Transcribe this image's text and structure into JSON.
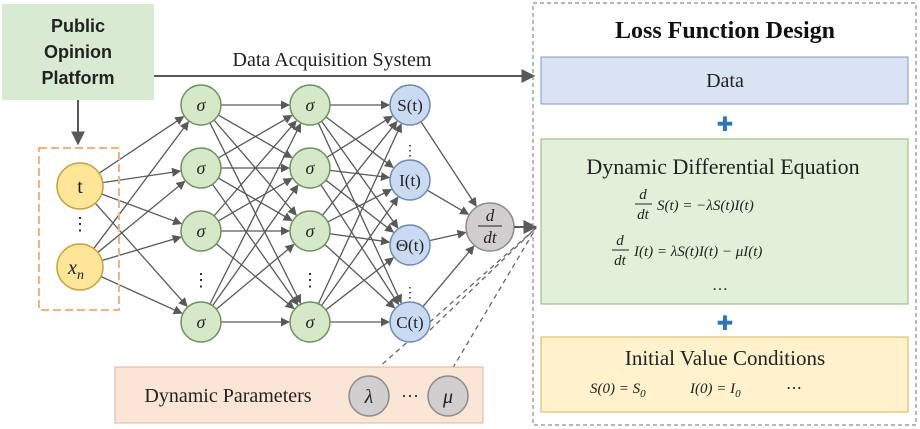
{
  "platform": {
    "line1": "Public",
    "line2": "Opinion",
    "line3": "Platform"
  },
  "acquisition_label": "Data Acquisition System",
  "inputs": {
    "t": "t",
    "dots": "⋮",
    "x_main": "x",
    "x_sub": "n"
  },
  "sigma": "σ",
  "vdots": "⋮",
  "outputs": {
    "s": "S(t)",
    "i": "I(t)",
    "theta": "Θ(t)",
    "c": "C(t)"
  },
  "derivative": {
    "num": "d",
    "den": "dt"
  },
  "parameters": {
    "label": "Dynamic Parameters",
    "lambda": "λ",
    "ellipsis": "···",
    "mu": "μ"
  },
  "loss": {
    "title": "Loss Function Design",
    "data_label": "Data",
    "plus": "✚",
    "dde_title": "Dynamic Differential Equation",
    "eq1_rhs": "S(t) = −λS(t)I(t)",
    "eq2_rhs": "I(t) = λS(t)I(t) − μI(t)",
    "eq_dots": "…",
    "frac_num": "d",
    "frac_den": "dt",
    "ivc_title": "Initial Value Conditions",
    "ivc_s": "S(0) = S",
    "ivc_s_sub": "0",
    "ivc_i": "I(0) = I",
    "ivc_i_sub": "0",
    "ivc_dots": "⋯"
  },
  "colors": {
    "platform_fill": "#d9ead3",
    "input_fill": "#ffe699",
    "input_frame": "#f4b183",
    "hidden_fill": "#d5e8c8",
    "output_fill": "#c9daf2",
    "derivative_fill": "#d0cece",
    "params_fill": "#fbe5d6",
    "data_fill": "#dae3f3",
    "dde_fill": "#e2f0d9",
    "ivc_fill": "#fff2cc",
    "plus": "#2e75b6"
  }
}
